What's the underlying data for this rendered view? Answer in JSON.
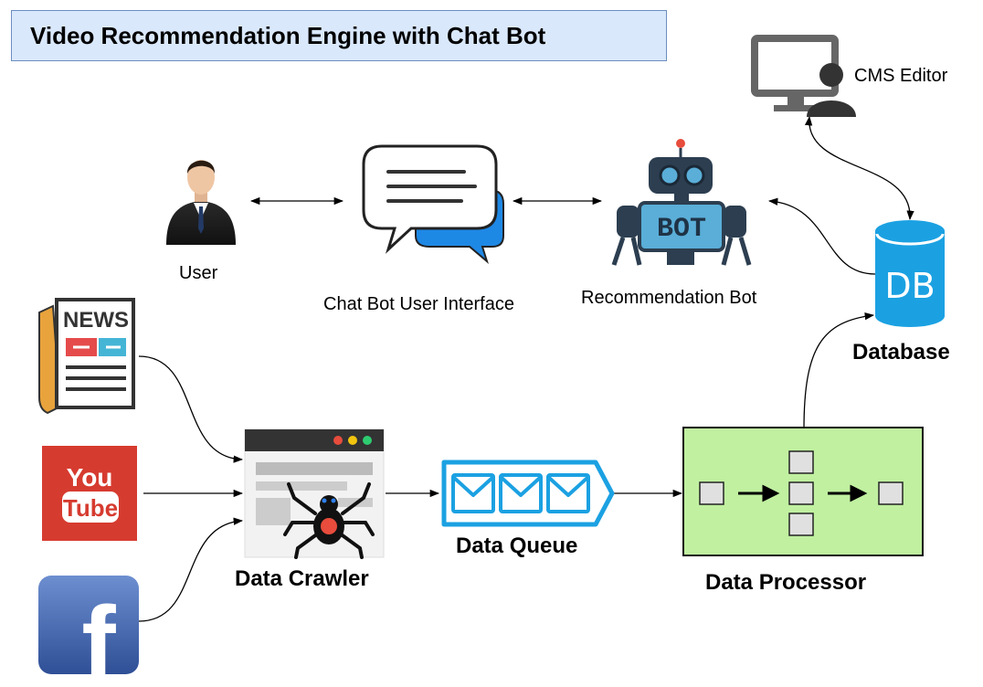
{
  "title": "Video Recommendation Engine with Chat Bot",
  "nodes": {
    "user": "User",
    "chat_ui": "Chat Bot User Interface",
    "rec_bot": "Recommendation Bot",
    "bot_badge": "BOT",
    "cms_editor": "CMS Editor",
    "database": "Database",
    "db_badge": "DB",
    "data_crawler": "Data Crawler",
    "data_queue": "Data Queue",
    "data_processor": "Data Processor",
    "news_badge": "NEWS",
    "youtube_you": "You",
    "youtube_tube": "Tube",
    "facebook_letter": "f"
  },
  "colors": {
    "title_fill": "#dae8fc",
    "title_border": "#6c8ebf",
    "processor_fill": "#c0f0a0",
    "processor_border": "#111111",
    "queue_blue": "#1ba1e2",
    "db_blue": "#1ba1e2",
    "youtube_red": "#d63b2f",
    "facebook_blue": "#3b5998",
    "robot_navy": "#2c3e50",
    "robot_teal": "#5aaed8"
  },
  "icons": [
    "user-icon",
    "chat-bubbles-icon",
    "robot-icon",
    "monitor-user-icon",
    "database-icon",
    "news-icon",
    "youtube-icon",
    "facebook-icon",
    "spider-browser-icon",
    "message-queue-icon"
  ]
}
